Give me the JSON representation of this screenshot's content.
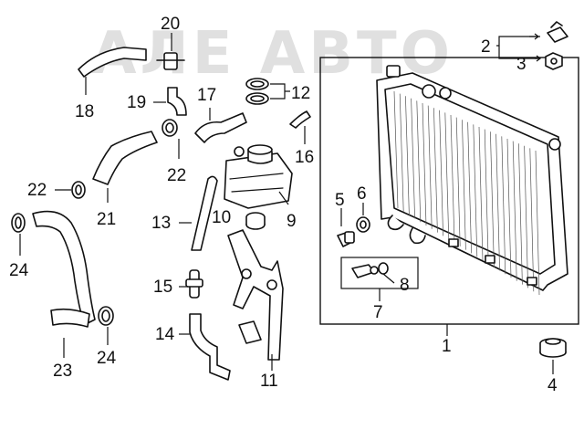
{
  "watermark": "АЛЕ АВТО",
  "callouts": {
    "c1": "1",
    "c2": "2",
    "c3": "3",
    "c4": "4",
    "c5": "5",
    "c6": "6",
    "c7": "7",
    "c8": "8",
    "c9": "9",
    "c10": "10",
    "c11": "11",
    "c12": "12",
    "c13": "13",
    "c14": "14",
    "c15": "15",
    "c16": "16",
    "c17": "17",
    "c18": "18",
    "c19": "19",
    "c20": "20",
    "c21": "21",
    "c22a": "22",
    "c22b": "22",
    "c23": "23",
    "c24a": "24",
    "c24b": "24"
  }
}
